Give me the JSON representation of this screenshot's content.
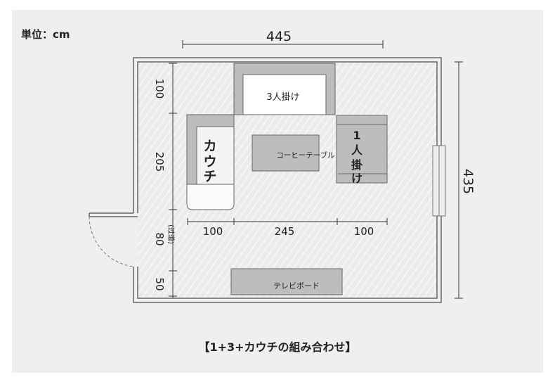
{
  "unit_label": "単位：cm",
  "caption": "【1+3+カウチの組み合わせ】",
  "dimensions": {
    "room_width": "445",
    "room_depth": "435",
    "left": [
      "100",
      "205",
      "80",
      "50"
    ],
    "passage_note": "(过道)",
    "horizontal": [
      "100",
      "245",
      "100"
    ]
  },
  "furniture": {
    "three_seat": "3人掛け",
    "couch": [
      "カ",
      "ウ",
      "チ"
    ],
    "coffee_table": "コーヒーテーブル",
    "one_seat": [
      "1",
      "人",
      "掛",
      "け"
    ],
    "tv_board": "テレビボード"
  },
  "colors": {
    "background": "#efefef",
    "furniture": "#bdbdbd",
    "wall": "#666666"
  }
}
